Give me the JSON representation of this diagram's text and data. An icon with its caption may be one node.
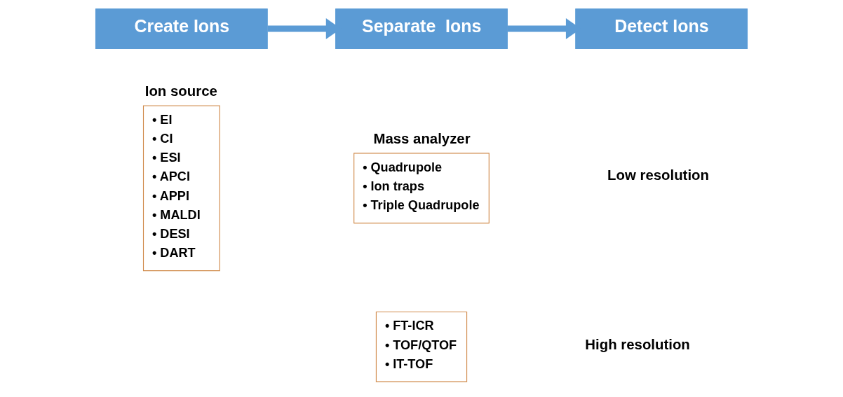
{
  "diagram": {
    "nodes": [
      {
        "text": [
          "Create Ions"
        ]
      },
      {
        "text": [
          "Separate  Ions"
        ]
      },
      {
        "text": [
          "Detect Ions"
        ]
      },
      {
        "text": [
          "Ion source",
          "• EI",
          "• CI",
          "• ESI",
          "• APCI",
          "• APPI",
          "• MALDI",
          "• DESI",
          "• DART"
        ]
      },
      {
        "text": [
          "Mass analyzer",
          "• Quadrupole",
          "• Ion traps",
          "• Triple Quadrupole"
        ]
      },
      {
        "text": [
          "• FT-ICR",
          "• TOF/QTOF",
          "• IT-TOF"
        ]
      }
    ],
    "edges": [
      {
        "from": 0,
        "to": 1,
        "arrow": "to"
      },
      {
        "from": 1,
        "to": 2,
        "arrow": "to"
      }
    ],
    "labels": [
      "Low resolution",
      "High resolution"
    ]
  }
}
